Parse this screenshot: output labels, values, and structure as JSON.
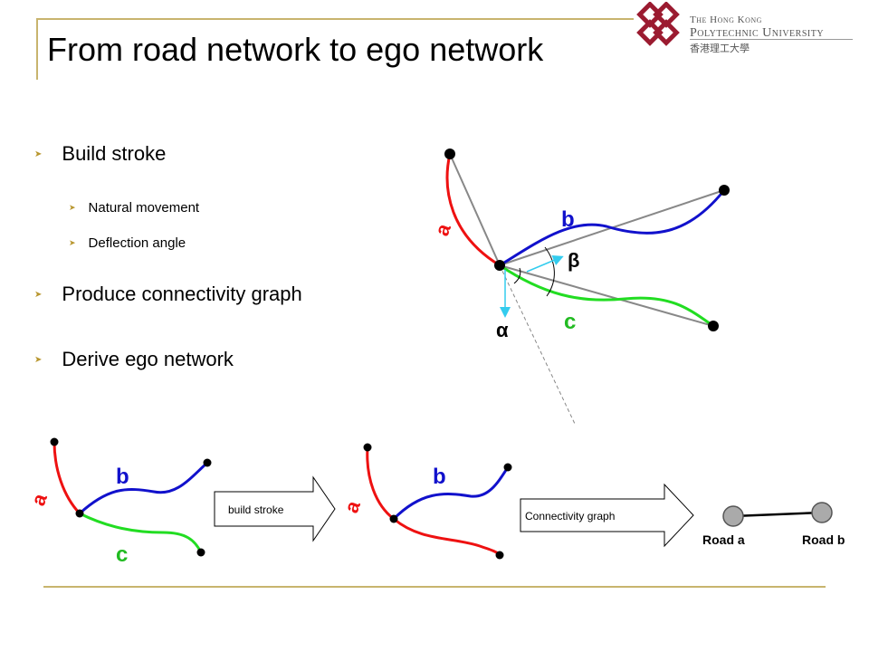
{
  "header": {
    "title": "From road network to ego network",
    "university_en_line1": "The Hong Kong",
    "university_en_line2": "Polytechnic University",
    "university_cn": "香港理工大學",
    "logo_icon": "polyu-logo-icon"
  },
  "bullets": [
    {
      "label": "Build stroke",
      "level": 1
    },
    {
      "label": "Natural movement",
      "level": 2
    },
    {
      "label": "Deflection angle",
      "level": 2
    },
    {
      "label": "Produce connectivity graph",
      "level": 1
    },
    {
      "label": "Derive ego network",
      "level": 1
    }
  ],
  "diagram": {
    "labels": {
      "a": "a",
      "b": "b",
      "c": "c",
      "alpha": "α",
      "beta": "β"
    },
    "colors": {
      "a": "#ee1111",
      "b": "#1111cc",
      "c": "#22dd22",
      "helper": "#888888",
      "arrow": "#33ccee"
    }
  },
  "flow": {
    "step1_label": "build stroke",
    "step2_label": "Connectivity graph",
    "road_a": "Road a",
    "road_b": "Road b"
  },
  "colors": {
    "accent_rule": "#c8b46e",
    "bullet_mark": "#b8962e",
    "node_fill": "#aaaaaa"
  }
}
